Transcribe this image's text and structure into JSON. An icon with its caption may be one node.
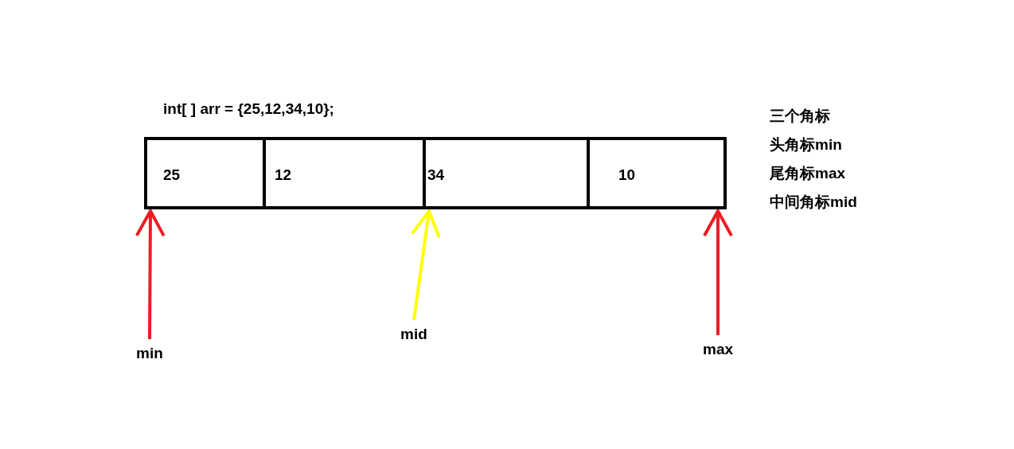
{
  "diagram": {
    "nodes": [
      {
        "text": [
          "25"
        ]
      },
      {
        "text": [
          "12"
        ]
      },
      {
        "text": [
          "34"
        ]
      },
      {
        "text": [
          "10"
        ]
      },
      {
        "text": [
          "min"
        ]
      },
      {
        "text": [
          "mid"
        ]
      },
      {
        "text": [
          "max"
        ]
      }
    ],
    "edges": [
      {
        "from": 4,
        "to": 0,
        "arrow": "to"
      },
      {
        "from": 5,
        "to": 2,
        "arrow": "to",
        "color": "#ffff00"
      },
      {
        "from": 6,
        "to": 3,
        "arrow": "to"
      }
    ],
    "labels": [
      "int[ ] arr = {25,12,34,10};",
      "三个角标",
      "头角标min",
      "尾角标max",
      "中间角标mid"
    ]
  }
}
